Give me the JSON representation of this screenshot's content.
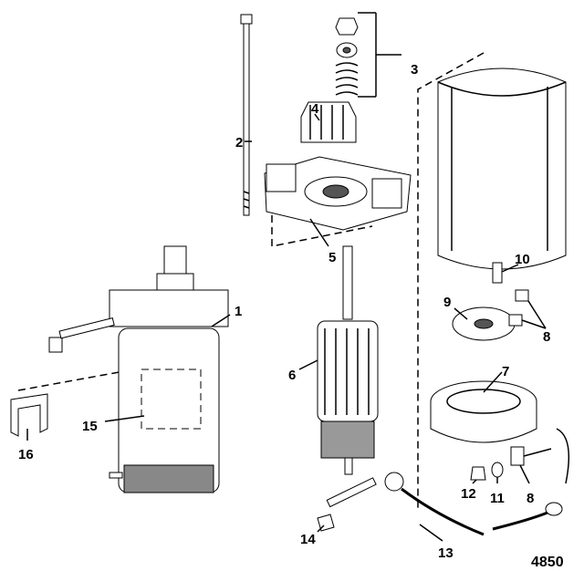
{
  "title": "Starter motor exploded parts diagram",
  "figure_number": "4850",
  "callouts": [
    {
      "id": "c1",
      "text": "1"
    },
    {
      "id": "c2",
      "text": "2"
    },
    {
      "id": "c3",
      "text": "3"
    },
    {
      "id": "c4",
      "text": "4"
    },
    {
      "id": "c5",
      "text": "5"
    },
    {
      "id": "c6",
      "text": "6"
    },
    {
      "id": "c7",
      "text": "7"
    },
    {
      "id": "c8a",
      "text": "8"
    },
    {
      "id": "c8b",
      "text": "8"
    },
    {
      "id": "c9",
      "text": "9"
    },
    {
      "id": "c10",
      "text": "10"
    },
    {
      "id": "c11",
      "text": "11"
    },
    {
      "id": "c12",
      "text": "12"
    },
    {
      "id": "c13",
      "text": "13"
    },
    {
      "id": "c14",
      "text": "14"
    },
    {
      "id": "c15",
      "text": "15"
    },
    {
      "id": "c16",
      "text": "16"
    }
  ]
}
